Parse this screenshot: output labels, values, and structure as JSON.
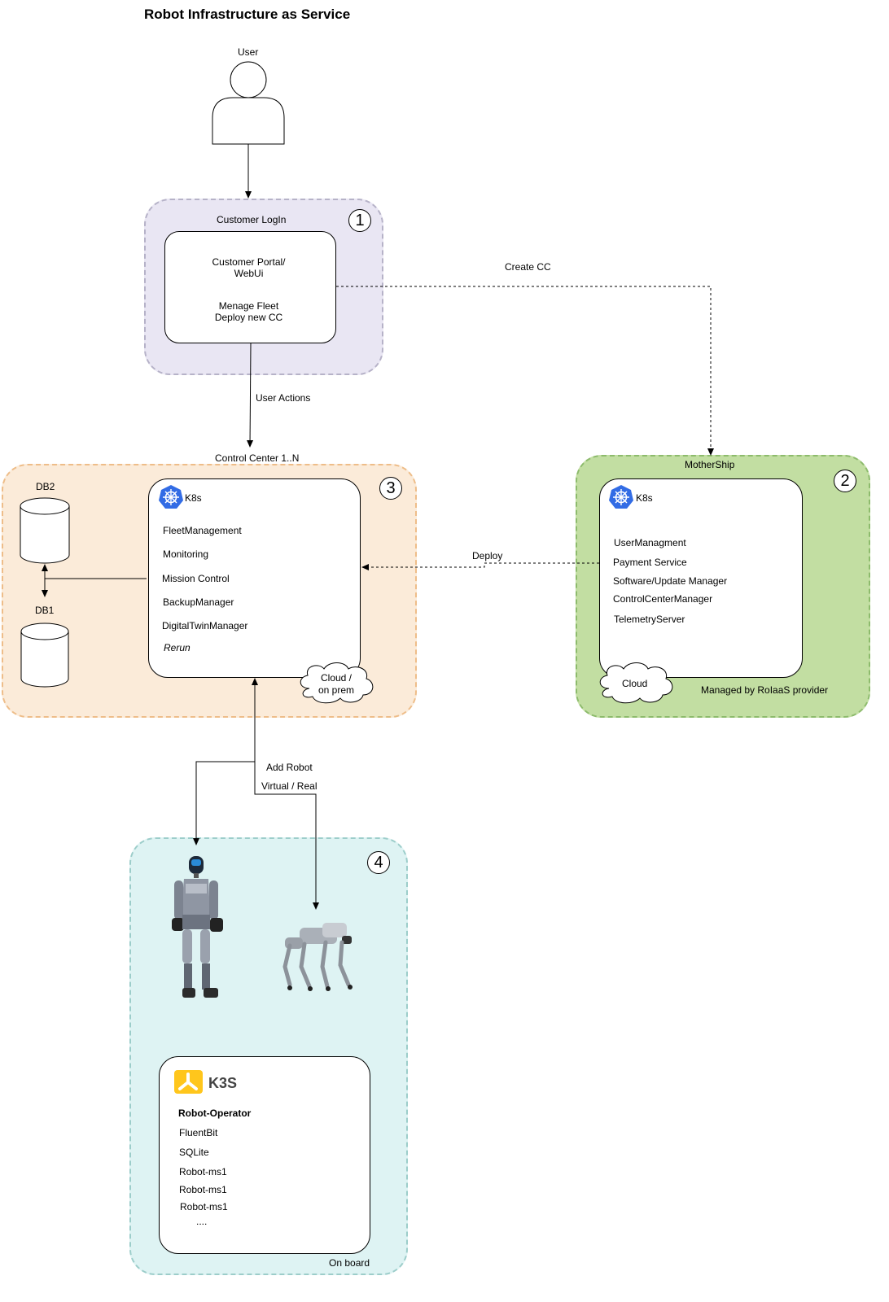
{
  "title": "Robot Infrastructure as Service",
  "user": {
    "label": "User"
  },
  "customer_login": {
    "badge": "1",
    "label": "Customer LogIn",
    "portal_line1": "Customer Portal/",
    "portal_line2": "WebUi",
    "actions_line1": "Menage Fleet",
    "actions_line2": "Deploy new CC"
  },
  "edges": {
    "create_cc": "Create CC",
    "user_actions": "User Actions",
    "deploy": "Deploy",
    "add_robot": "Add Robot",
    "virtual_real": "Virtual / Real"
  },
  "control_center": {
    "badge": "3",
    "label": "Control Center 1..N",
    "k8s_label": "K8s",
    "db2": "DB2",
    "db1": "DB1",
    "services": [
      "FleetManagement",
      "Monitoring",
      "Mission Control",
      "BackupManager",
      "DigitalTwinManager"
    ],
    "rerun": "Rerun",
    "cloud_line1": "Cloud /",
    "cloud_line2": "on prem"
  },
  "mothership": {
    "badge": "2",
    "label": "MotherShip",
    "k8s_label": "K8s",
    "services": [
      "UserManagment",
      "Payment Service",
      "Software/Update Manager",
      "ControlCenterManager",
      "TelemetryServer"
    ],
    "cloud": "Cloud",
    "managed_by": "Managed by RoIaaS provider"
  },
  "onboard": {
    "badge": "4",
    "k3s_label": "K3S",
    "operator": "Robot-Operator",
    "services": [
      "FluentBit",
      "SQLite",
      "Robot-ms1",
      "Robot-ms1",
      "Robot-ms1"
    ],
    "ellipsis": "....",
    "footer": "On board"
  },
  "colors": {
    "customer_zone_fill": "#e9e6f3",
    "customer_zone_border": "#b6b2c8",
    "control_zone_fill": "#fbebd9",
    "control_zone_border": "#eebd89",
    "mothership_zone_fill": "#c2dea2",
    "mothership_zone_border": "#8dbb6c",
    "onboard_zone_fill": "#def3f3",
    "onboard_zone_border": "#9ccdca",
    "k8s_blue": "#326ce5",
    "k3s_yellow": "#ffc61c"
  }
}
